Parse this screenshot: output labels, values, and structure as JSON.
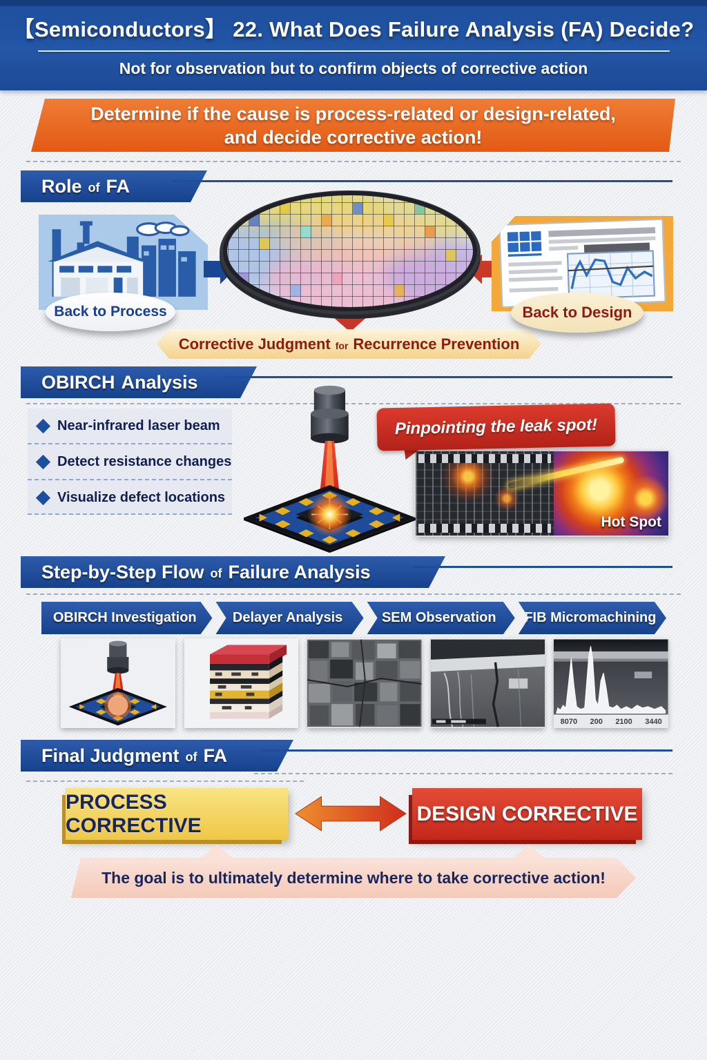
{
  "header": {
    "title": "【Semiconductors】 22. What Does Failure Analysis (FA) Decide?",
    "subtitle": "Not for observation but to confirm objects of corrective action"
  },
  "goal_banner": {
    "line1": "Determine if the cause is process-related or design-related,",
    "line2": "and decide corrective action!"
  },
  "role": {
    "title_main": "Role",
    "title_small": "of",
    "title_tail": "FA",
    "back_to_process": "Back to Process",
    "back_to_design": "Back to Design",
    "judgment_part1": "Corrective Judgment",
    "judgment_small": "for",
    "judgment_part2": "Recurrence Prevention"
  },
  "obirch": {
    "title_main": "OBIRCH",
    "title_tail": "Analysis",
    "bullets": [
      "Near-infrared laser beam",
      "Detect resistance changes",
      "Visualize defect locations"
    ],
    "callout": "Pinpointing the leak spot!",
    "hot_spot": "Hot Spot"
  },
  "flow": {
    "title_main": "Step-by-Step Flow",
    "title_small": "of",
    "title_tail": "Failure Analysis",
    "steps": [
      {
        "label": "OBIRCH Investigation"
      },
      {
        "label": "Delayer Analysis"
      },
      {
        "label": "SEM Observation"
      },
      {
        "label": "FIB Micromachining"
      }
    ],
    "spectrum_ticks": [
      "8070",
      "200",
      "2100",
      "3440"
    ]
  },
  "final": {
    "title_main": "Final Judgment",
    "title_small": "of",
    "title_tail": "FA",
    "process_box": "PROCESS CORRECTIVE",
    "design_box": "DESIGN CORRECTIVE",
    "goal": "The goal is to ultimately determine where to take corrective action!"
  },
  "colors": {
    "header_blue": "#1d4d9d",
    "accent_orange": "#e8611e",
    "callout_red": "#c9302c",
    "process_yellow": "#f2cf5b",
    "design_red": "#d7352a",
    "process_panel_blue": "#abc9e9",
    "design_panel_orange": "#f3a83a",
    "cream_banner": "#f7dfae",
    "dark_navy_text": "#17265e",
    "dark_red_text": "#8c1c13"
  }
}
